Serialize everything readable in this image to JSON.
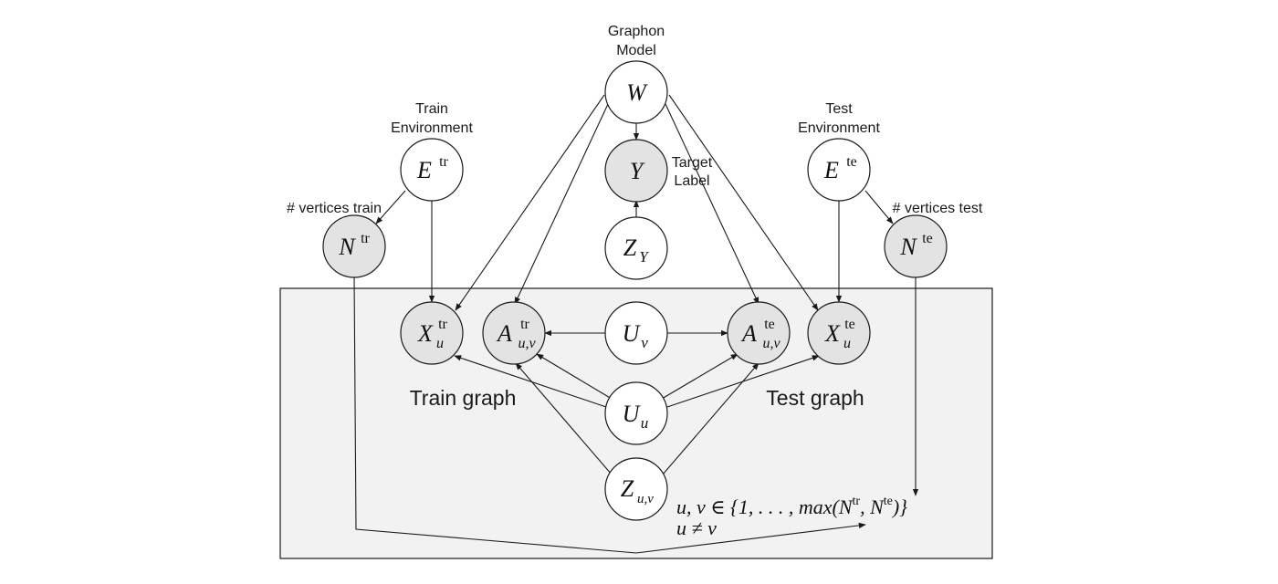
{
  "labels": {
    "graphon_model": [
      "Graphon",
      "Model"
    ],
    "train_environment": [
      "Train",
      "Environment"
    ],
    "test_environment": [
      "Test",
      "Environment"
    ],
    "target_label": [
      "Target",
      "Label"
    ],
    "vertices_train": "# vertices train",
    "vertices_test": "# vertices test",
    "train_graph": "Train graph",
    "test_graph": "Test graph"
  },
  "nodes": {
    "W": {
      "symbol": "W",
      "sub": "",
      "sup": "",
      "observed": false
    },
    "Y": {
      "symbol": "Y",
      "sub": "",
      "sup": "",
      "observed": true
    },
    "ZY": {
      "symbol": "Z",
      "sub": "Y",
      "sup": "",
      "observed": false
    },
    "Etr": {
      "symbol": "E",
      "sub": "",
      "sup": "tr",
      "observed": false
    },
    "Ete": {
      "symbol": "E",
      "sub": "",
      "sup": "te",
      "observed": false
    },
    "Ntr": {
      "symbol": "N",
      "sub": "",
      "sup": "tr",
      "observed": true
    },
    "Nte": {
      "symbol": "N",
      "sub": "",
      "sup": "te",
      "observed": true
    },
    "Xtr": {
      "symbol": "X",
      "sub": "u",
      "sup": "tr",
      "observed": true
    },
    "Atr": {
      "symbol": "A",
      "sub": "u,v",
      "sup": "tr",
      "observed": true
    },
    "Uv": {
      "symbol": "U",
      "sub": "v",
      "sup": "",
      "observed": false
    },
    "Ate": {
      "symbol": "A",
      "sub": "u,v",
      "sup": "te",
      "observed": true
    },
    "Xte": {
      "symbol": "X",
      "sub": "u",
      "sup": "te",
      "observed": true
    },
    "Uu": {
      "symbol": "U",
      "sub": "u",
      "sup": "",
      "observed": false
    },
    "Zuv": {
      "symbol": "Z",
      "sub": "u,v",
      "sup": "",
      "observed": false
    }
  },
  "plate": {
    "index_line1": "u, v ∈ {1, . . . , max(N",
    "index_line1_tr": "tr",
    "index_line1_mid": ", N",
    "index_line1_te": "te",
    "index_line1_end": ")}",
    "index_line2": "u ≠ v"
  },
  "colors": {
    "observed_fill": "#e3e3e3",
    "latent_fill": "#ffffff",
    "plate_fill": "#f2f2f2",
    "stroke": "#1a1a1a"
  }
}
